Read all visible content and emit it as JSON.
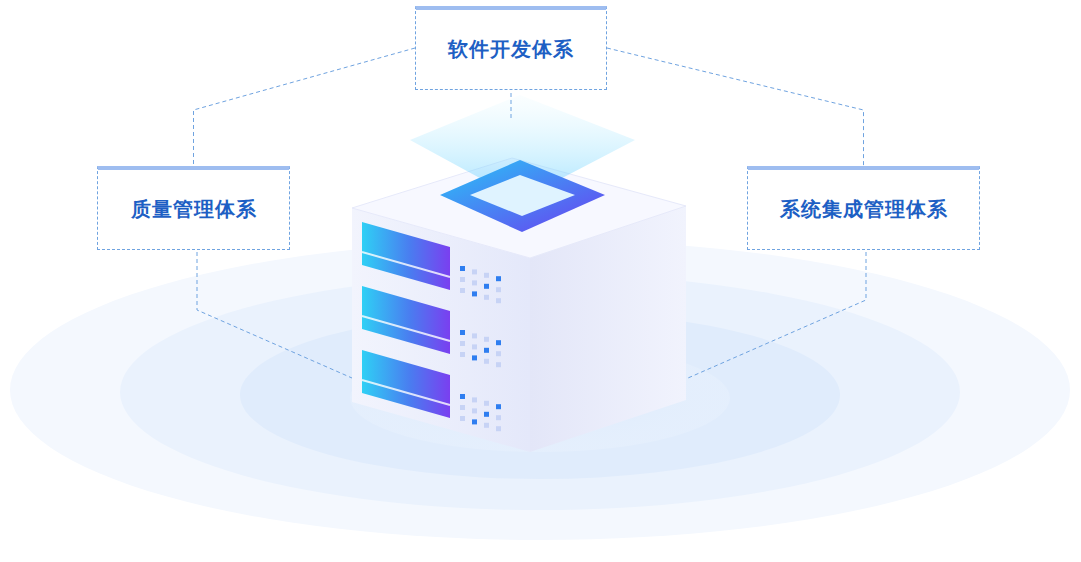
{
  "diagram": {
    "nodes": [
      {
        "text": [
          "软件开发体系"
        ]
      },
      {
        "text": [
          "质量管理体系"
        ]
      },
      {
        "text": [
          "系统集成管理体系"
        ]
      }
    ],
    "edges": [
      {
        "from": 0,
        "to": 1,
        "arrow": "none"
      },
      {
        "from": 0,
        "to": 2,
        "arrow": "none"
      }
    ]
  }
}
